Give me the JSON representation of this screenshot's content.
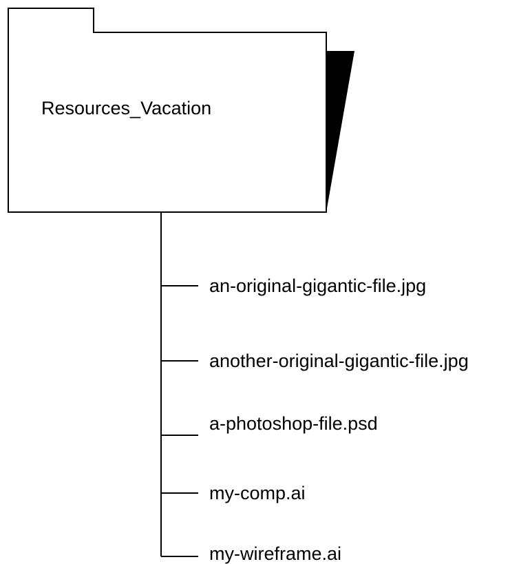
{
  "folder": {
    "name": "Resources_Vacation",
    "icon": "folder-icon"
  },
  "files": [
    {
      "name": "an-original-gigantic-file.jpg"
    },
    {
      "name": "another-original-gigantic-file.jpg"
    },
    {
      "name": "a-photoshop-file.psd"
    },
    {
      "name": "my-comp.ai"
    },
    {
      "name": "my-wireframe.ai"
    }
  ],
  "colors": {
    "stroke": "#000000",
    "background": "#ffffff"
  }
}
